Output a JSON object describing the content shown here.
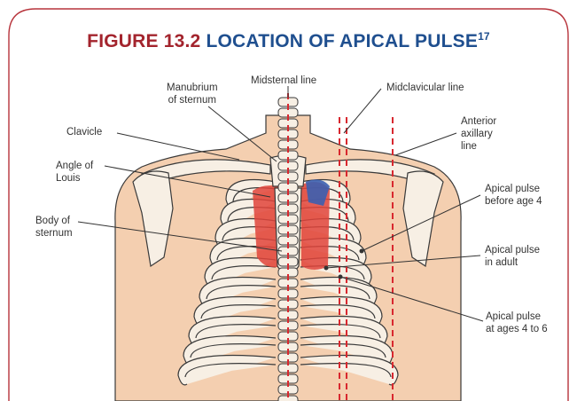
{
  "title": {
    "figure_number": "FIGURE 13.2",
    "text": "LOCATION OF APICAL PULSE",
    "superscript": "17"
  },
  "labels": {
    "manubrium": "Manubrium\nof sternum",
    "midsternal": "Midsternal line",
    "midclavicular": "Midclavicular line",
    "clavicle": "Clavicle",
    "angle_of_louis": "Angle of\nLouis",
    "body_of_sternum": "Body of\nsternum",
    "anterior_axillary": "Anterior\naxillary\nline",
    "apical_before_4": "Apical pulse\nbefore age 4",
    "apical_adult": "Apical pulse\nin adult",
    "apical_4_to_6": "Apical pulse\nat ages 4 to 6"
  },
  "colors": {
    "frame": "#b7333b",
    "skin": "#f4cfb0",
    "bone": "#f7efe4",
    "outline": "#3a3a3a",
    "reference_line": "#d8282f",
    "heart_red": "#e0443b",
    "heart_blue": "#3b5fb0"
  }
}
